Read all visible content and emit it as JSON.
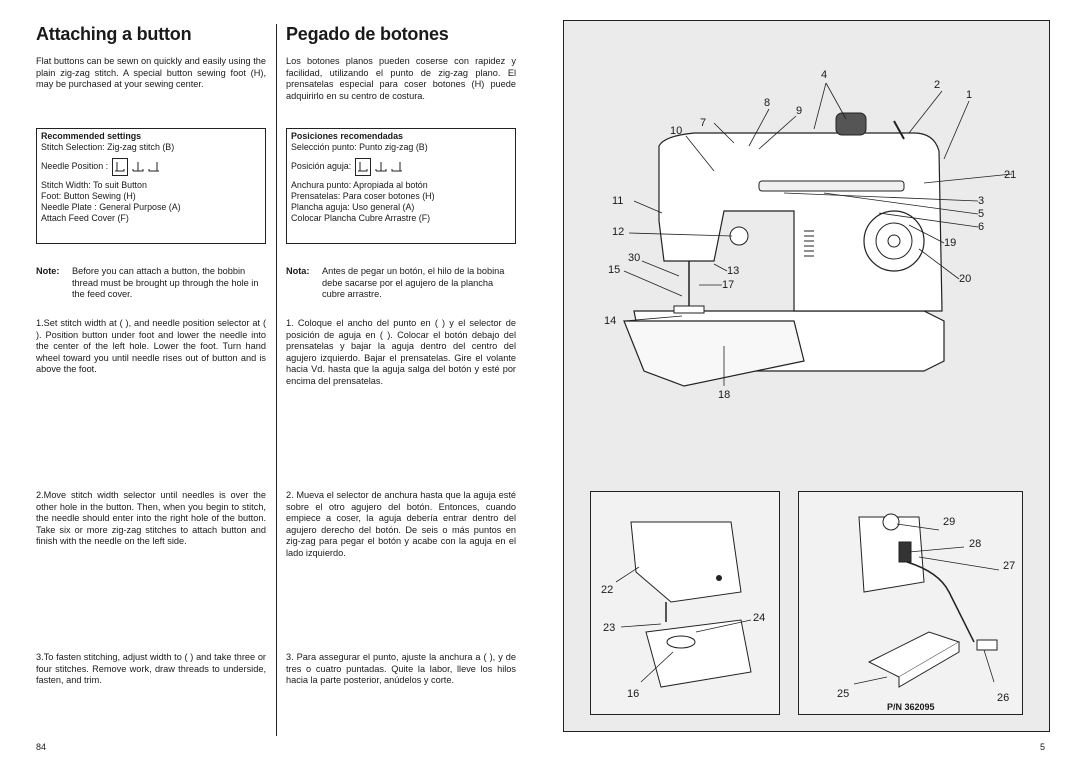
{
  "en": {
    "title": "Attaching a button",
    "intro": "Flat buttons can be sewn on quickly and easily using the plain zig-zag stitch. A special button sewing foot (H), may be purchased at your sewing center.",
    "settings_title": "Recommended settings",
    "stitch_selection": "Stitch Selection: Zig-zag stitch (B)",
    "needle_position_label": "Needle Position :",
    "stitch_width": "Stitch Width: To suit Button",
    "foot": "Foot: Button Sewing (H)",
    "needle_plate": "Needle Plate : General Purpose  (A)",
    "attach_feed": "Attach Feed Cover  (F)",
    "note_label": "Note:",
    "note_text": "Before you can attach a button, the bobbin thread must be brought up through the hole in the feed cover.",
    "step1": "1.Set stitch width at (   ), and needle position selector at (   ). Position button under foot and lower the needle into the center of the left hole. Lower the foot. Turn hand wheel toward you until needle rises out of button and is above the foot.",
    "step2": "2.Move stitch width selector until needles is over the other hole in the button. Then, when you begin to stitch, the needle should enter into the right hole of the button. Take six or more zig-zag stitches to attach button and finish with the needle on the left side.",
    "step3": "3.To fasten stitching, adjust width to (   ) and take three or four stitches. Remove work, draw threads to underside, fasten, and trim.",
    "page_number": "84"
  },
  "es": {
    "title": "Pegado de botones",
    "intro": "Los botones planos pueden coserse con rapidez y facilidad, utilizando el punto de zig-zag plano. El prensatelas especial para coser botones (H) puede adquirirlo en su centro de costura.",
    "settings_title": "Posiciones recomendadas",
    "stitch_selection": "Selección punto: Punto zig-zag (B)",
    "needle_position_label": "Posición aguja:",
    "stitch_width": "Anchura punto: Apropiada al botón",
    "foot": "Prensatelas: Para coser botones (H)",
    "needle_plate": "Plancha aguja: Uso general (A)",
    "attach_feed": "Colocar Plancha Cubre Arrastre (F)",
    "note_label": "Nota:",
    "note_text": "Antes de pegar un botón, el hilo de la bobina debe sacarse por el agujero de la plancha cubre arrastre.",
    "step1": "1. Coloque el ancho del punto en (   ) y el selector de posición de aguja en (   ). Colocar el botón debajo del prensatelas y bajar la aguja dentro del centro del agujero izquierdo. Bajar el prensatelas. Gire el volante hacia Vd. hasta que la aguja salga del botón y esté por encima del prensatelas.",
    "step2": "2. Mueva el selector de anchura hasta que la aguja esté sobre el otro agujero del botón. Entonces, cuando empiece a coser, la aguja debería entrar dentro del agujero derecho del botón. De seis o más puntos en zig-zag para pegar el botón y acabe con la aguja en el lado izquierdo.",
    "step3": "3. Para assegurar el punto, ajuste la anchura a (   ), y de tres o cuatro puntadas. Quite la labor, lleve los hilos hacia la parte posterior, anúdelos y corte.",
    "page_number": "5"
  },
  "figure": {
    "callouts_main": [
      "4",
      "2",
      "1",
      "8",
      "9",
      "7",
      "10",
      "21",
      "11",
      "3",
      "5",
      "6",
      "12",
      "19",
      "30",
      "15",
      "13",
      "20",
      "17",
      "14",
      "18"
    ],
    "callouts_left": [
      "22",
      "24",
      "23",
      "16"
    ],
    "callouts_right": [
      "29",
      "28",
      "27",
      "25",
      "26"
    ],
    "part_number": "P/N 362095"
  }
}
